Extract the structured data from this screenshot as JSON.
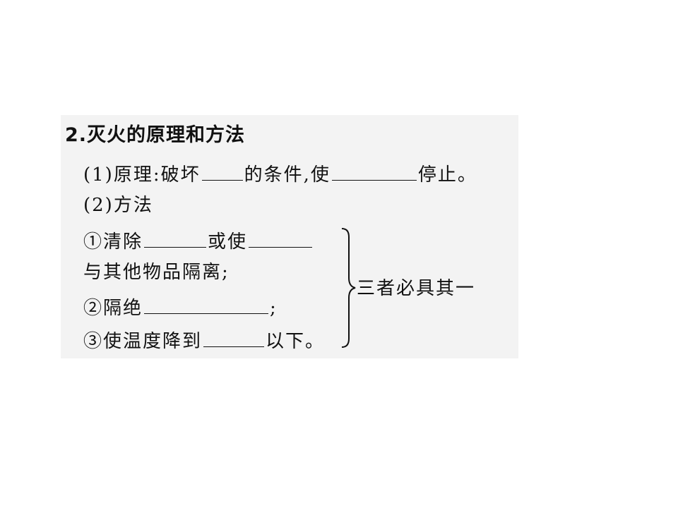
{
  "section": {
    "title": "2.灭火的原理和方法"
  },
  "principle": {
    "prefix": "(1)原理:破坏",
    "middle": "的条件,使",
    "suffix": "停止。"
  },
  "methods": {
    "heading": "(2)方法",
    "item1_prefix": "①清除",
    "item1_middle": "或使",
    "item1_cont": "与其他物品隔离;",
    "item2_prefix": "②隔绝",
    "item2_suffix": ";",
    "item3_prefix": "③使温度降到",
    "item3_suffix": "以下。",
    "summary": "三者必具其一"
  }
}
